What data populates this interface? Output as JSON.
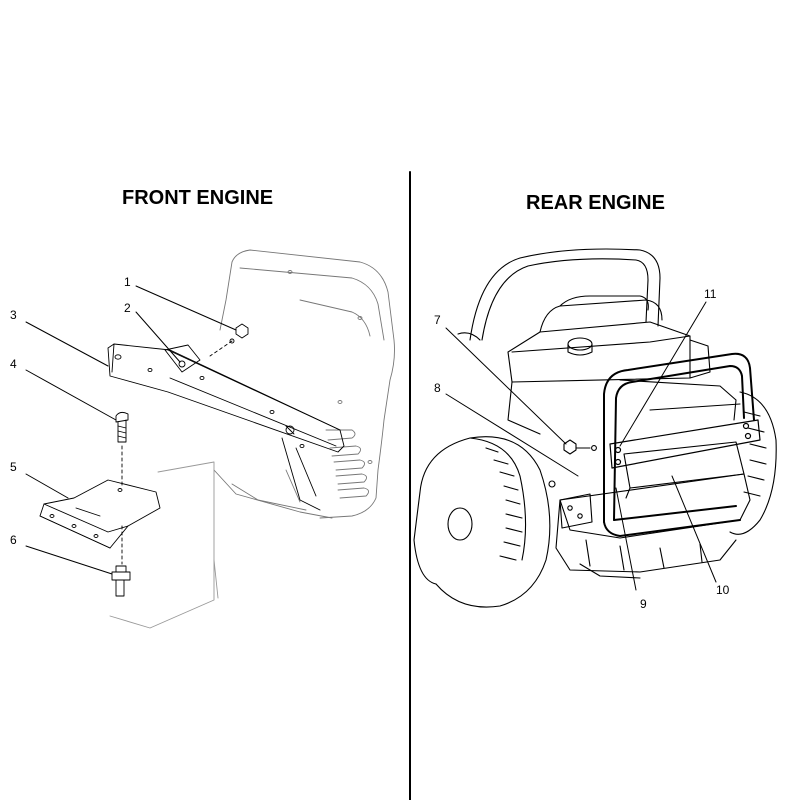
{
  "sections": {
    "front_title": "FRONT ENGINE",
    "rear_title": "REAR ENGINE"
  },
  "callouts": {
    "front": [
      "1",
      "2",
      "3",
      "4",
      "5",
      "6"
    ],
    "rear": [
      "7",
      "8",
      "9",
      "10",
      "11"
    ]
  }
}
